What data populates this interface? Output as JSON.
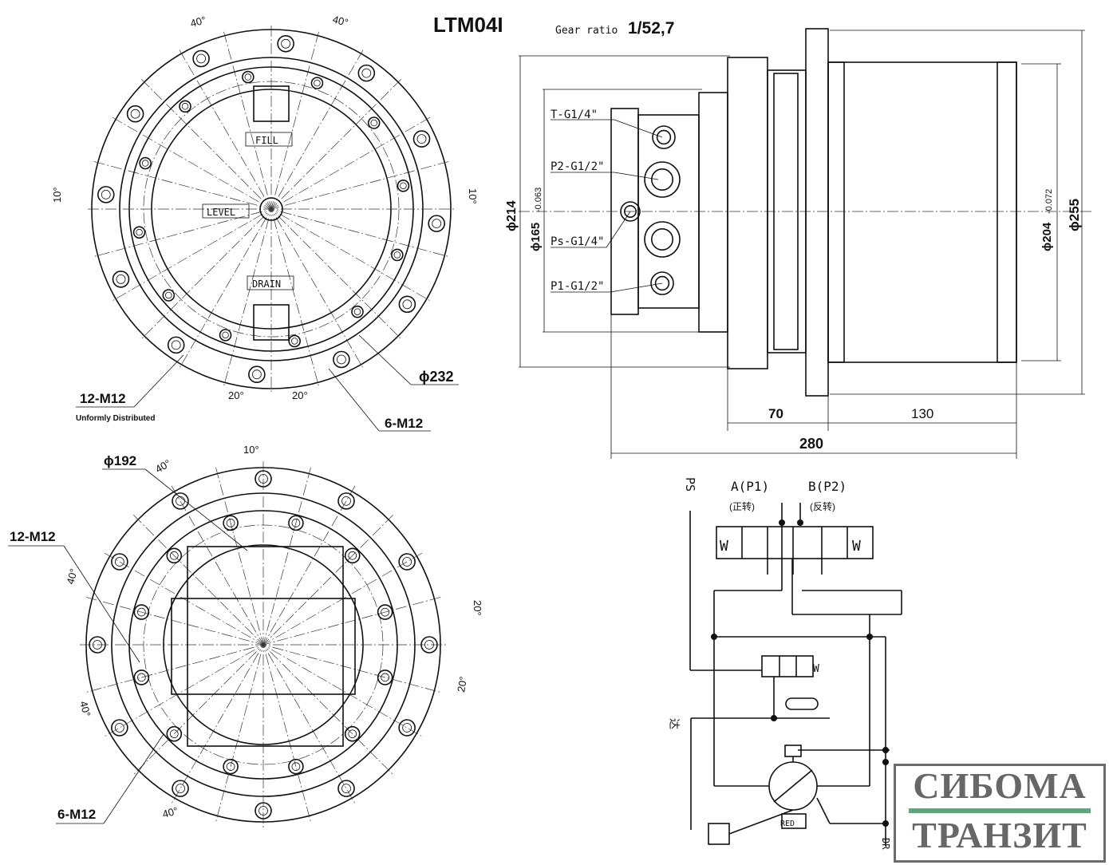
{
  "title": {
    "model": "LTM04I",
    "ratio_label": "Gear ratio",
    "ratio_value": "1/52,7"
  },
  "front_view": {
    "angles": [
      "40°",
      "40°",
      "10°",
      "10°",
      "20°",
      "20°"
    ],
    "fill": "FILL",
    "level": "LEVEL",
    "drain": "DRAIN",
    "dia": "ϕ232",
    "bolts": "12-M12",
    "bolts_note": "Unformly Distributed",
    "bolts2": "6-M12"
  },
  "rear_view": {
    "dia": "ϕ192",
    "angles": [
      "40°",
      "10°",
      "40°",
      "20°",
      "20°",
      "40°",
      "40°"
    ],
    "bolts": "12-M12",
    "bolts2": "6-M12"
  },
  "side_view": {
    "ports": [
      "T-G1/4\"",
      "P2-G1/2\"",
      "Ps-G1/4\"",
      "P1-G1/2\""
    ],
    "d214": "ϕ214",
    "d165": "ϕ165",
    "d165_tol": "-0.063",
    "d204": "ϕ204",
    "d204_tol": "-0.072",
    "d255": "ϕ255",
    "dim70": "70",
    "dim130": "130",
    "dim280": "280"
  },
  "hydraulic": {
    "ps": "PS",
    "a": "A(P1)",
    "b": "B(P2)",
    "a_note": "(正转)",
    "b_note": "(反转)",
    "w": "W",
    "red": "RED",
    "da": "达",
    "dr": "DR"
  },
  "logo": {
    "line1": "СИБОМА",
    "line2": "ТРАНЗИТ",
    "bar_color": "#5ea57c",
    "text_color": "#666769"
  }
}
